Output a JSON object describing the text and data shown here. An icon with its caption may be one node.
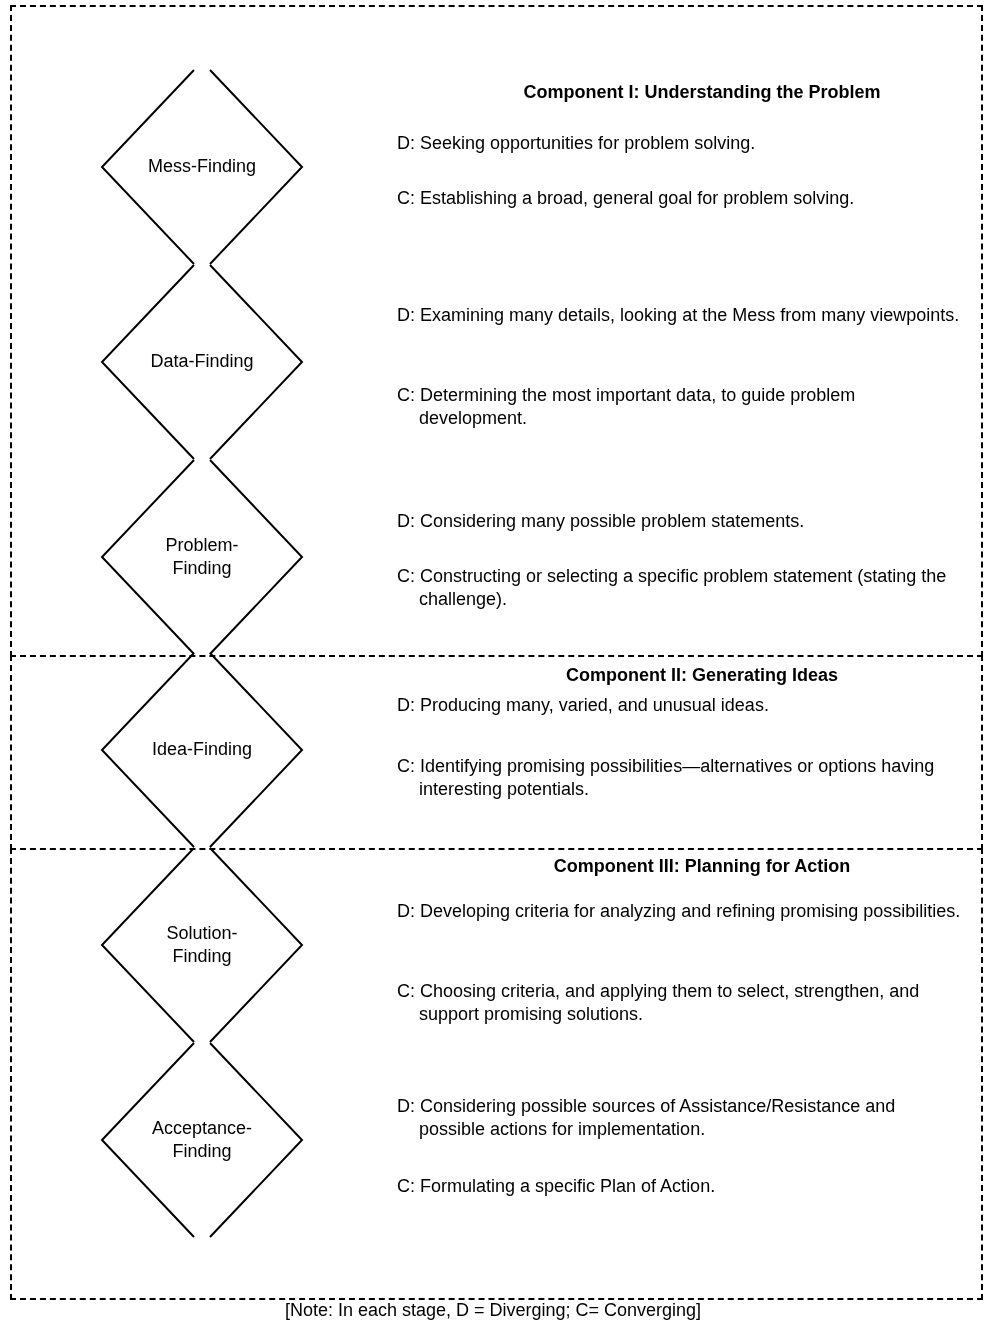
{
  "diagram": {
    "caption": "[Note: In each stage, D = Diverging; C= Converging]",
    "nodes": [
      {
        "text": [
          "Component I: Understanding the Problem"
        ]
      },
      {
        "text": [
          "Mess-Finding"
        ],
        "in": 0,
        "beside": [
          "D: Seeking opportunities for problem solving.",
          "C: Establishing a broad, general goal for problem solving."
        ]
      },
      {
        "text": [
          "Data-Finding"
        ],
        "in": 0,
        "beside": [
          "D: Examining many details, looking at the Mess from many viewpoints.",
          "C: Determining the most important data, to guide problem development."
        ]
      },
      {
        "text": [
          "Problem-Finding"
        ],
        "in": 0,
        "beside": [
          "D: Considering many possible problem statements.",
          "C: Constructing or selecting a specific problem statement (stating the challenge)."
        ]
      },
      {
        "text": [
          "Component II: Generating Ideas"
        ]
      },
      {
        "text": [
          "Idea-Finding"
        ],
        "in": 4,
        "beside": [
          "D: Producing many, varied, and unusual ideas.",
          "C: Identifying promising possibilities—alternatives or options having interesting potentials."
        ]
      },
      {
        "text": [
          "Component III: Planning for Action"
        ]
      },
      {
        "text": [
          "Solution-Finding"
        ],
        "in": 6,
        "beside": [
          "D: Developing criteria for analyzing and refining promising possibilities.",
          "C: Choosing criteria, and applying them to select, strengthen, and support promising solutions."
        ]
      },
      {
        "text": [
          "Acceptance-Finding"
        ],
        "in": 6,
        "beside": [
          "D: Considering possible sources of Assistance/Resistance and possible actions for implementation.",
          "C: Formulating a specific Plan of Action."
        ]
      }
    ]
  }
}
